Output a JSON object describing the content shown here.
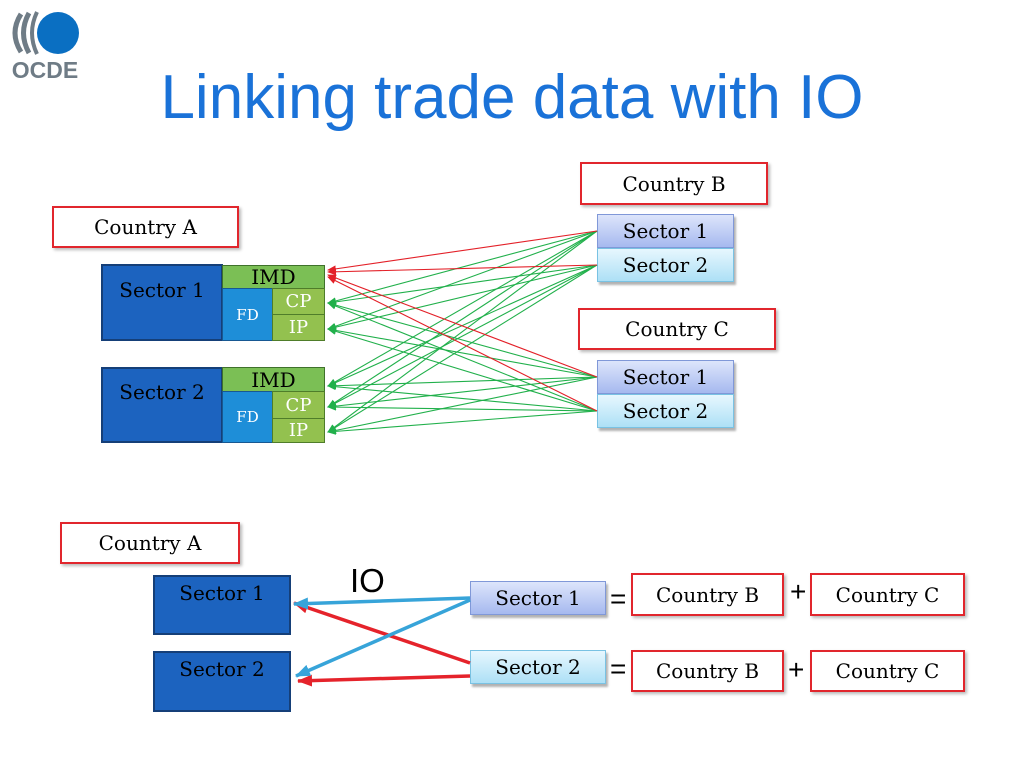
{
  "logo": {
    "text": "OCDE"
  },
  "title": "Linking trade data with IO",
  "top": {
    "country_a": "Country A",
    "country_b": "Country B",
    "country_c": "Country C",
    "a_sectors": [
      {
        "name": "Sector 1",
        "imd": "IMD",
        "fd": "FD",
        "cp": "CP",
        "ip": "IP"
      },
      {
        "name": "Sector 2",
        "imd": "IMD",
        "fd": "FD",
        "cp": "CP",
        "ip": "IP"
      }
    ],
    "b_sectors": [
      "Sector 1",
      "Sector 2"
    ],
    "c_sectors": [
      "Sector 1",
      "Sector 2"
    ]
  },
  "bottom": {
    "country_a": "Country A",
    "io_label": "IO",
    "a_sectors": [
      "Sector 1",
      "Sector 2"
    ],
    "rows": [
      {
        "sector": "Sector 1",
        "equals": "=",
        "country_b": "Country B",
        "plus": "+",
        "country_c": "Country C"
      },
      {
        "sector": "Sector 2",
        "equals": "=",
        "country_b": "Country B",
        "plus": "+",
        "country_c": "Country C"
      }
    ]
  },
  "colors": {
    "title": "#1a72d8",
    "logo_blue": "#0a6fc2",
    "logo_gray": "#6f7c86",
    "country_border": "#e1262d",
    "sector_dark": "#1c63bf",
    "imd": "#7bbf55",
    "fd": "#1e8ed8",
    "cp_ip": "#93c14f",
    "flow_red": "#e32028",
    "flow_green": "#21b04b",
    "io_blue": "#37a4d9",
    "io_red": "#e5232b"
  }
}
